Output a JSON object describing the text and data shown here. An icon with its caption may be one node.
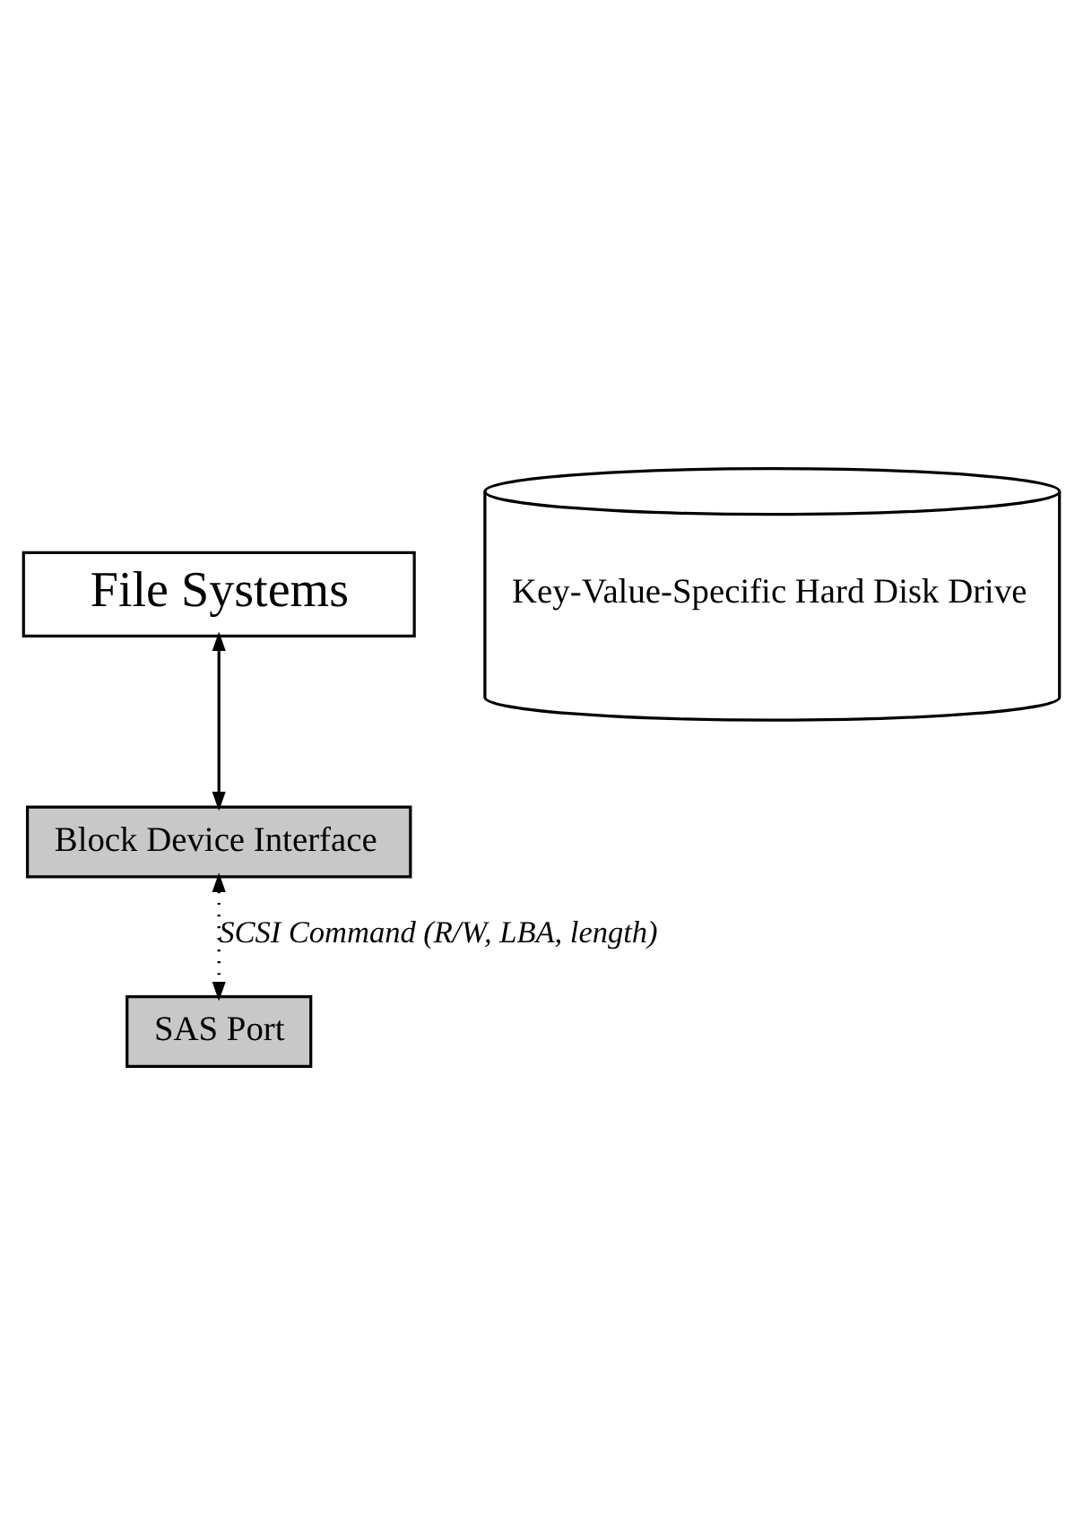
{
  "diagram": {
    "nodes": [
      {
        "text": [
          "File Systems"
        ]
      },
      {
        "text": [
          "Block Device Interface"
        ]
      },
      {
        "text": [
          "SAS Port"
        ]
      },
      {
        "text": [
          "Key-Value-Specific Hard Disk Drive"
        ]
      }
    ],
    "edges": [
      {
        "from": 0,
        "to": 1,
        "arrow": "both"
      },
      {
        "from": 1,
        "to": 2,
        "arrow": "both",
        "style": "dashed",
        "label": "SCSI Command (R/W, LBA, length)"
      }
    ]
  }
}
